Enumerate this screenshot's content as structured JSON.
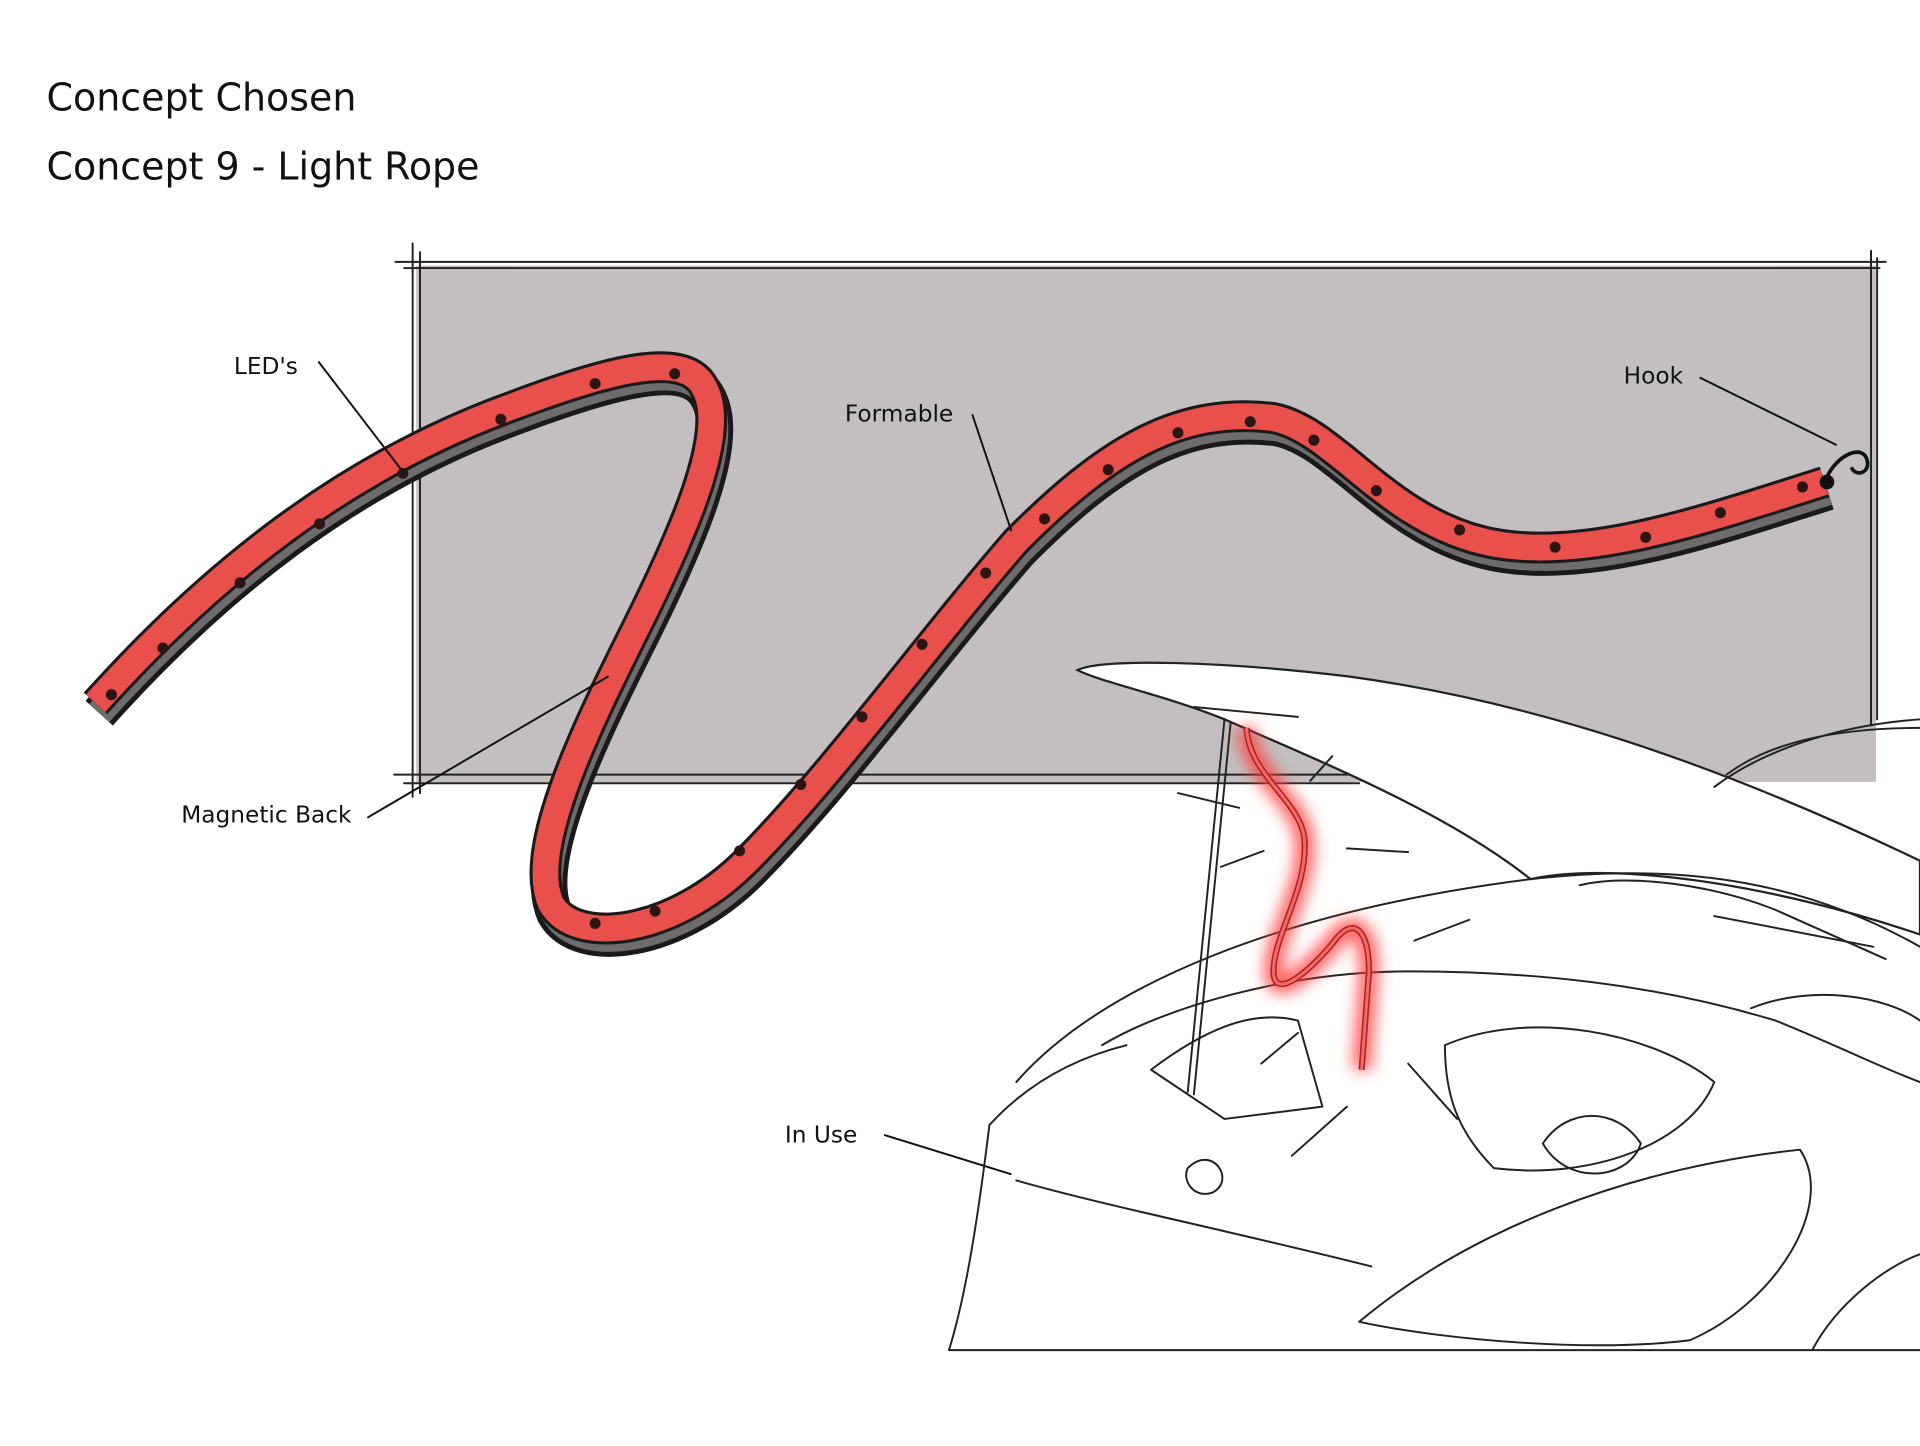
{
  "heading": {
    "title": "Concept Chosen",
    "subtitle": "Concept 9 - Light Rope"
  },
  "callouts": {
    "leds": "LED's",
    "formable": "Formable",
    "hook": "Hook",
    "magnetic_back": "Magnetic Back",
    "in_use": "In Use"
  },
  "colors": {
    "panel": "#c3bfc0",
    "rope_red": "#e9504c",
    "rope_back": "#6e6b6c",
    "outline": "#1a1a1a",
    "glow": "#ff3b3b"
  }
}
